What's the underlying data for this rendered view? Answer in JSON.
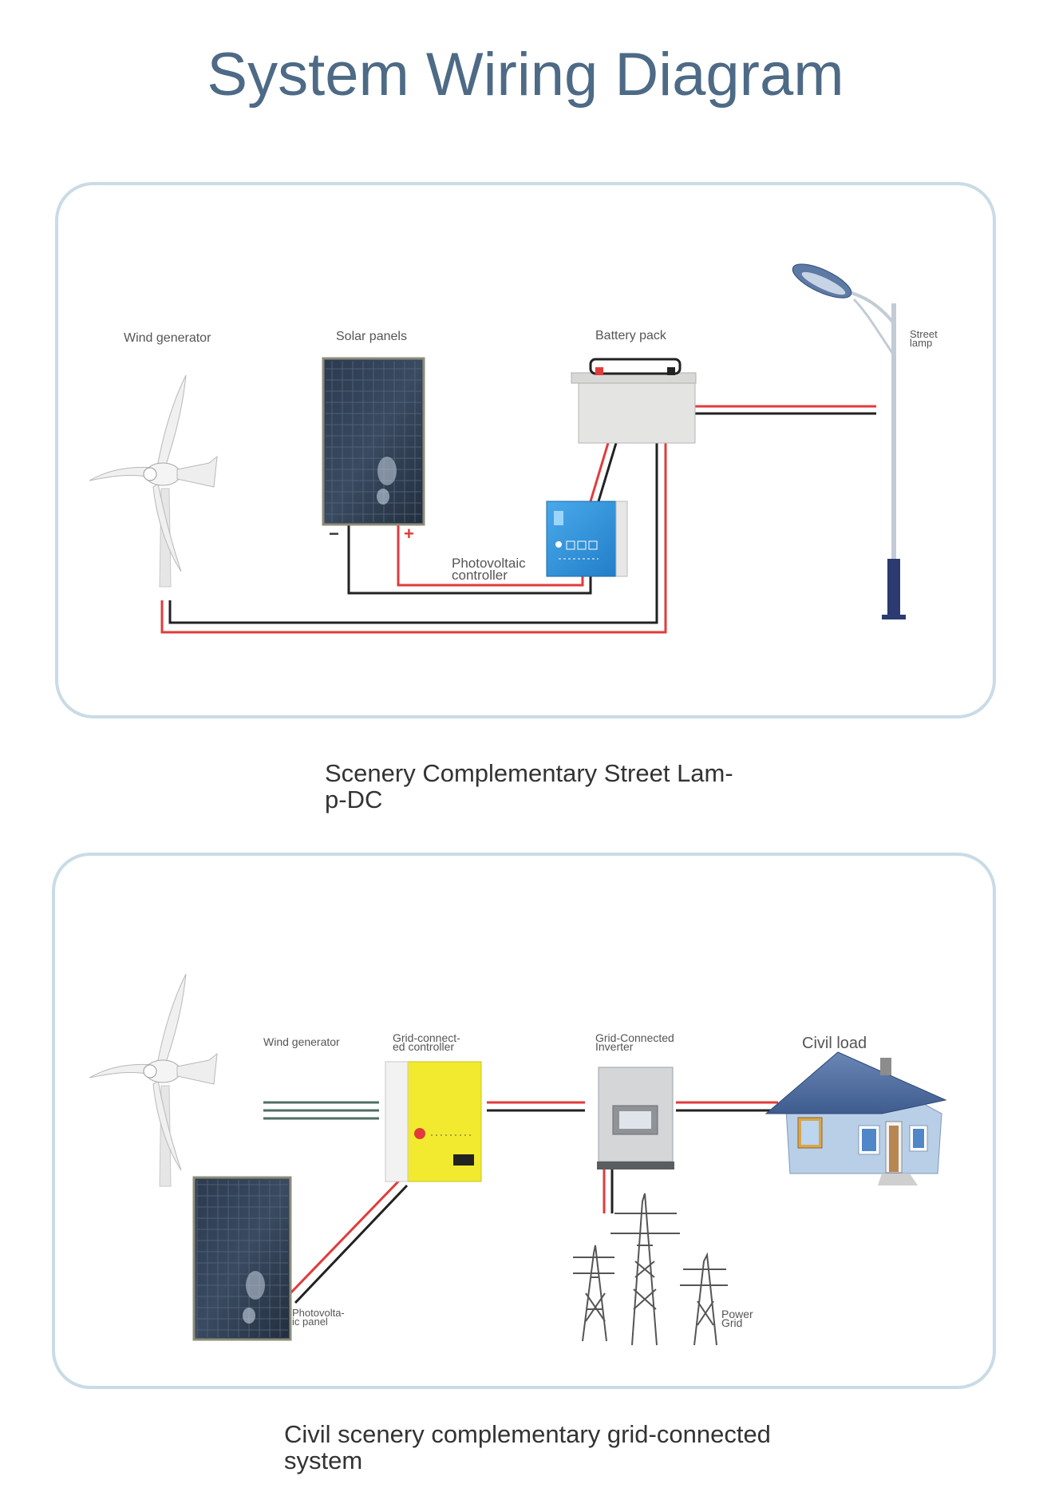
{
  "title": "System Wiring Diagram",
  "dc_system": {
    "caption_line1": "Scenery Complementary Street Lam-",
    "caption_line2": "p-DC",
    "labels": {
      "wind_generator": "Wind generator",
      "solar_panels": "Solar panels",
      "battery_pack": "Battery pack",
      "street_lamp_1": "Street",
      "street_lamp_2": "lamp",
      "pv_controller_1": "Photovoltaic",
      "pv_controller_2": "controller",
      "minus": "−",
      "plus": "+"
    }
  },
  "grid_system": {
    "caption_line1": "Civil scenery complementary grid-connected",
    "caption_line2": "system",
    "labels": {
      "wind_generator": "Wind generator",
      "grid_controller_1": "Grid-connect-",
      "grid_controller_2": "ed controller",
      "inverter_1": "Grid-Connected",
      "inverter_2": "Inverter",
      "civil_load": "Civil load",
      "pv_panel_1": "Photovolta-",
      "pv_panel_2": "ic panel",
      "power_grid_1": "Power",
      "power_grid_2": "Grid"
    }
  },
  "colors": {
    "title": "#4d6a86",
    "panel_border": "#c9dbe6",
    "wire_red": "#e23b3b",
    "wire_black": "#222222",
    "wire_green": "#4f6f66"
  }
}
